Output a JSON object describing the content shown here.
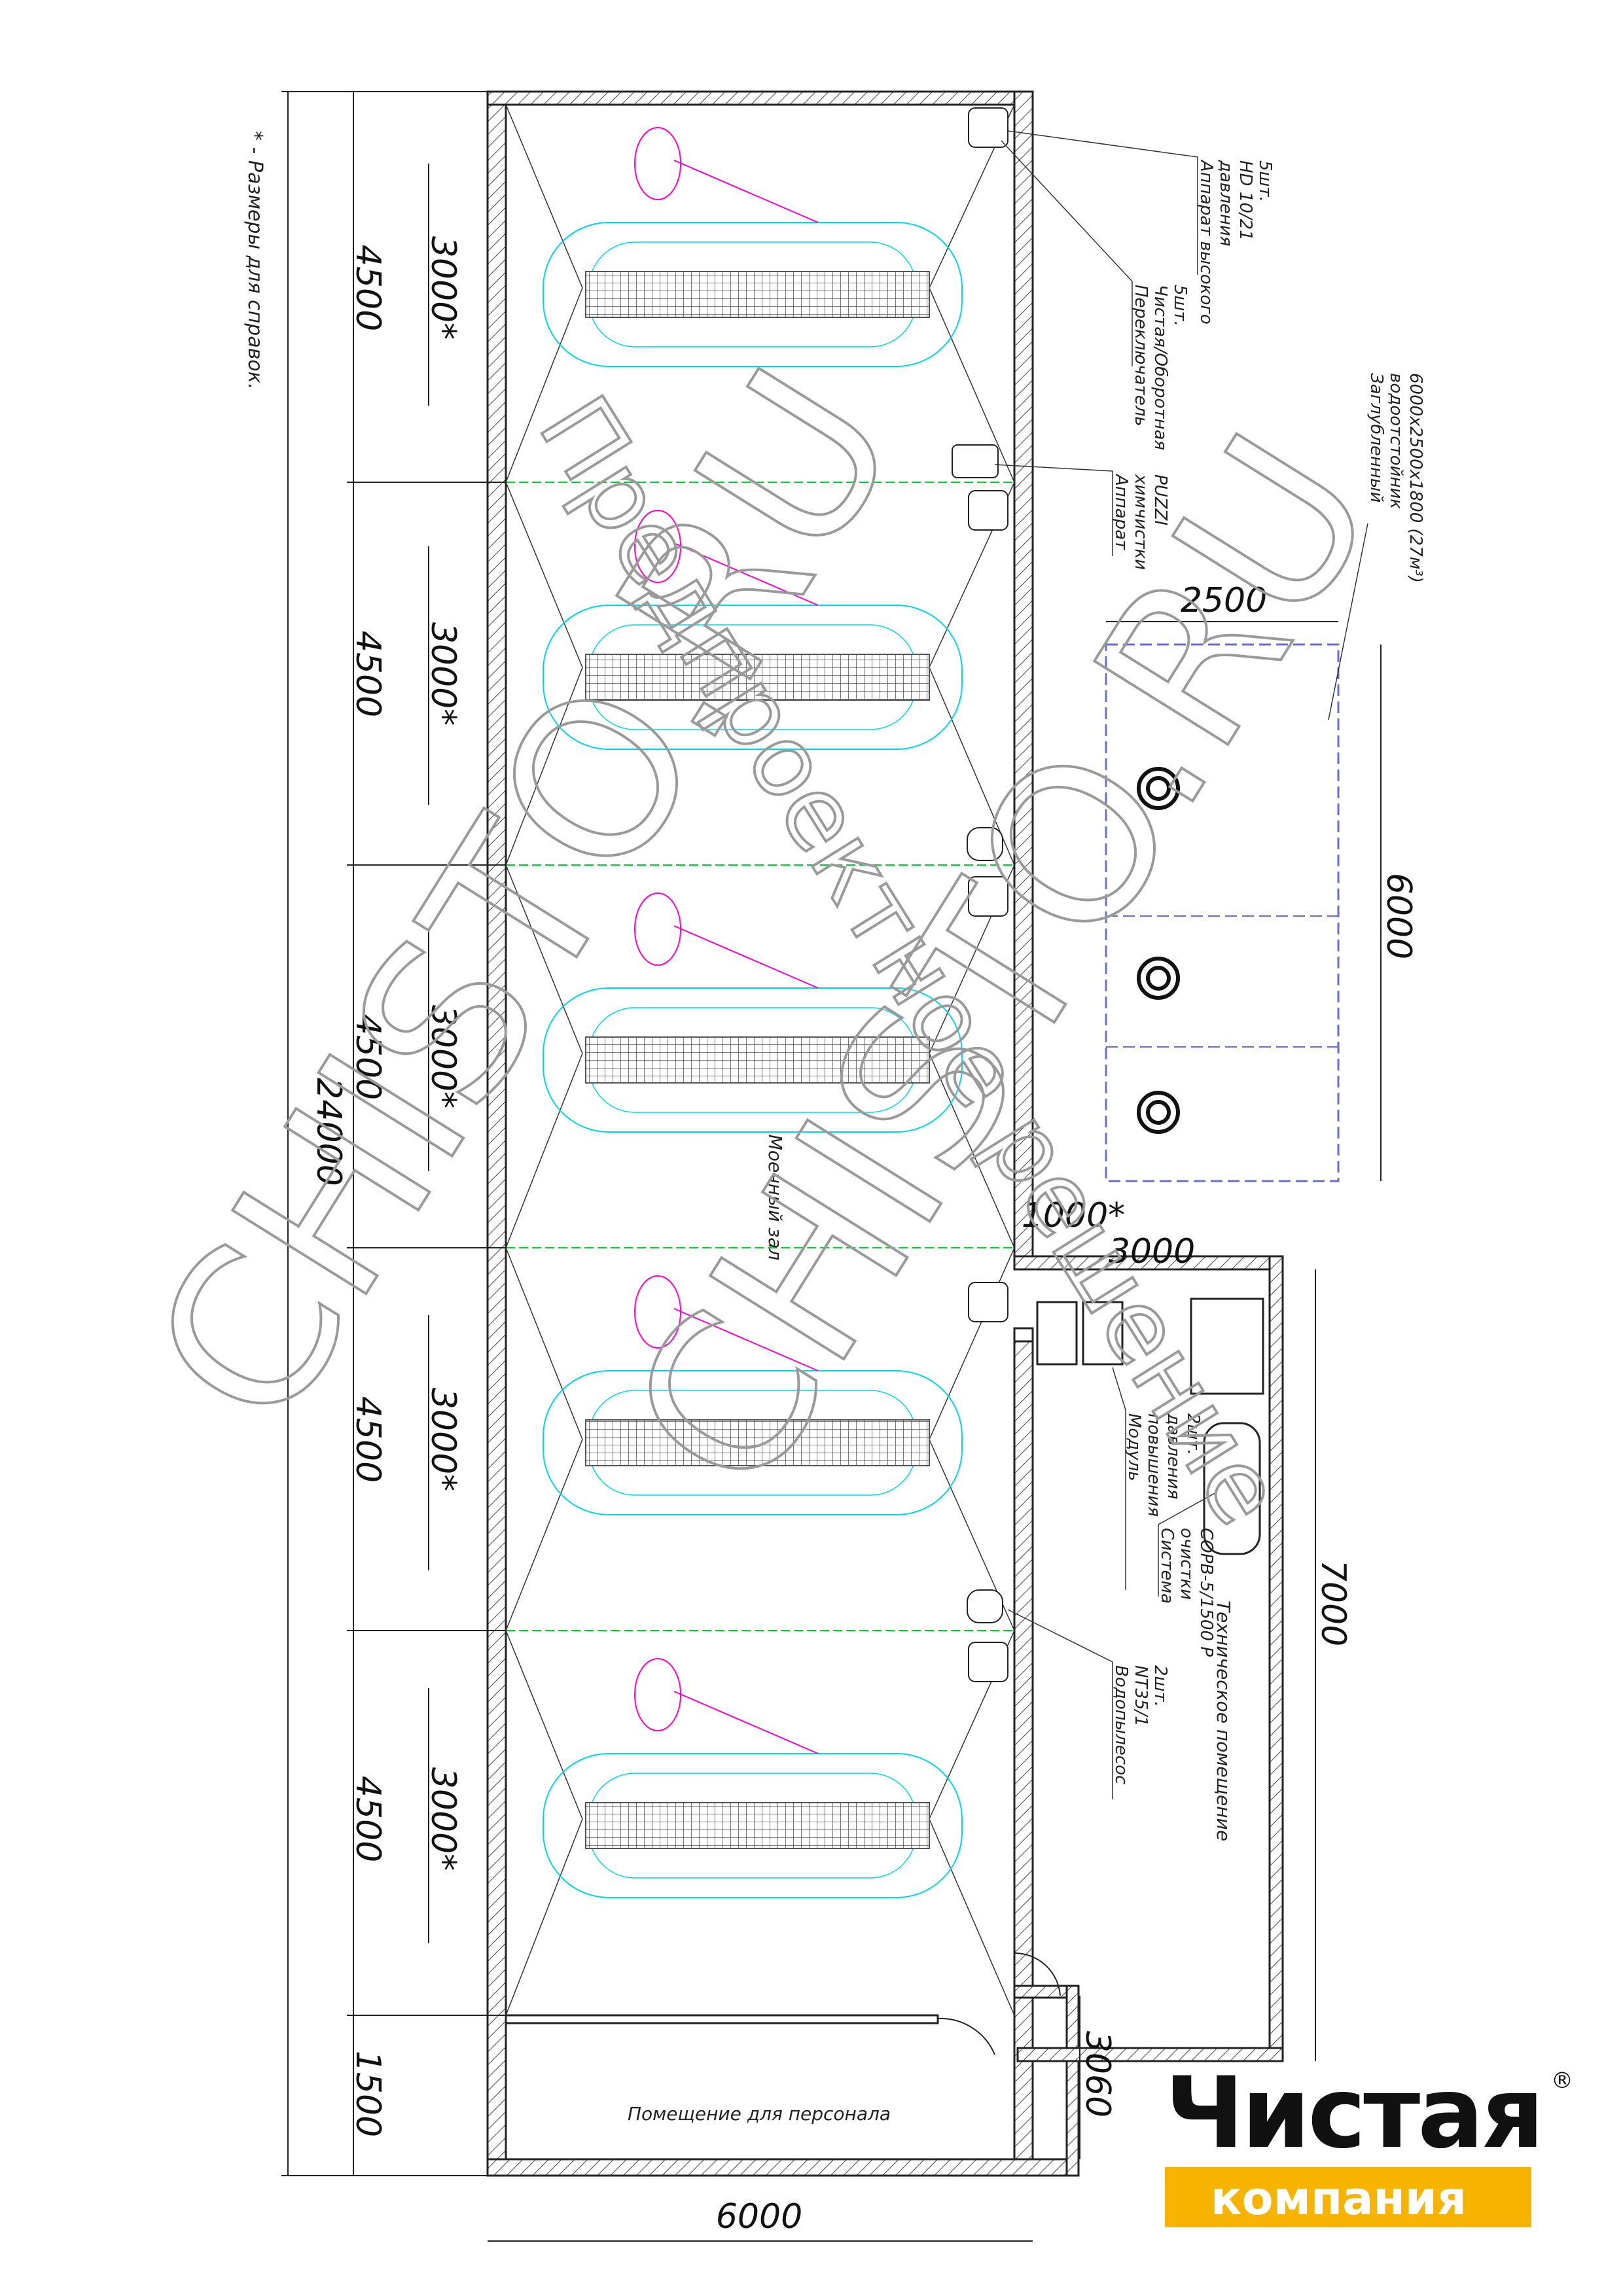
{
  "note": "* - Размеры для справок.",
  "dimensions": {
    "bay_1": "4500",
    "bay_2": "4500",
    "bay_3": "4500",
    "bay_4": "4500",
    "bay_5": "4500",
    "staff_room": "1500",
    "total_length": "24000",
    "post_1": "3000*",
    "post_2": "3000*",
    "post_3": "3000*",
    "post_4": "3000*",
    "post_5": "3000*",
    "building_width": "6000",
    "tank_width": "2500",
    "tank_length": "6000",
    "tank_offset": "1000*",
    "tech_width": "3000",
    "tech_length": "7000",
    "step": "3060"
  },
  "rooms": {
    "wash_hall": "Моечный зал",
    "staff_room": "Помещение для персонала",
    "tech_room": "Техническое помещение"
  },
  "callouts": {
    "hp_unit": [
      "Аппарат высокого",
      "давления",
      "HD 10/21",
      "5шт."
    ],
    "switch": [
      "Переключатель",
      "Чистая/Оборотная",
      "5шт."
    ],
    "tank": [
      "Заглубленный",
      "водоотстойник",
      "6000x2500x1800 (27м³)"
    ],
    "puzzi": [
      "Аппарат",
      "химчистки",
      "PUZZI"
    ],
    "booster": [
      "Модуль",
      "повышения",
      "давления",
      "2шт."
    ],
    "cleaning": [
      "Система",
      "очистки",
      "СОРВ-5/1500 Р"
    ],
    "vacuum": [
      "Водопылесос",
      "NT35/1",
      "2шт."
    ]
  },
  "watermark": {
    "diagonal_text": "Предпроектное решение",
    "site_text": "CHISTO.RU"
  },
  "logo": {
    "word": "Чистая",
    "sub": "компания",
    "mark": "®"
  },
  "colors": {
    "car": "#00d7e6",
    "operator": "#ff00cc",
    "grate": "#555555",
    "tank": "#6b6bd6",
    "divider": "#00cc33",
    "logo_band": "#f6b400"
  }
}
